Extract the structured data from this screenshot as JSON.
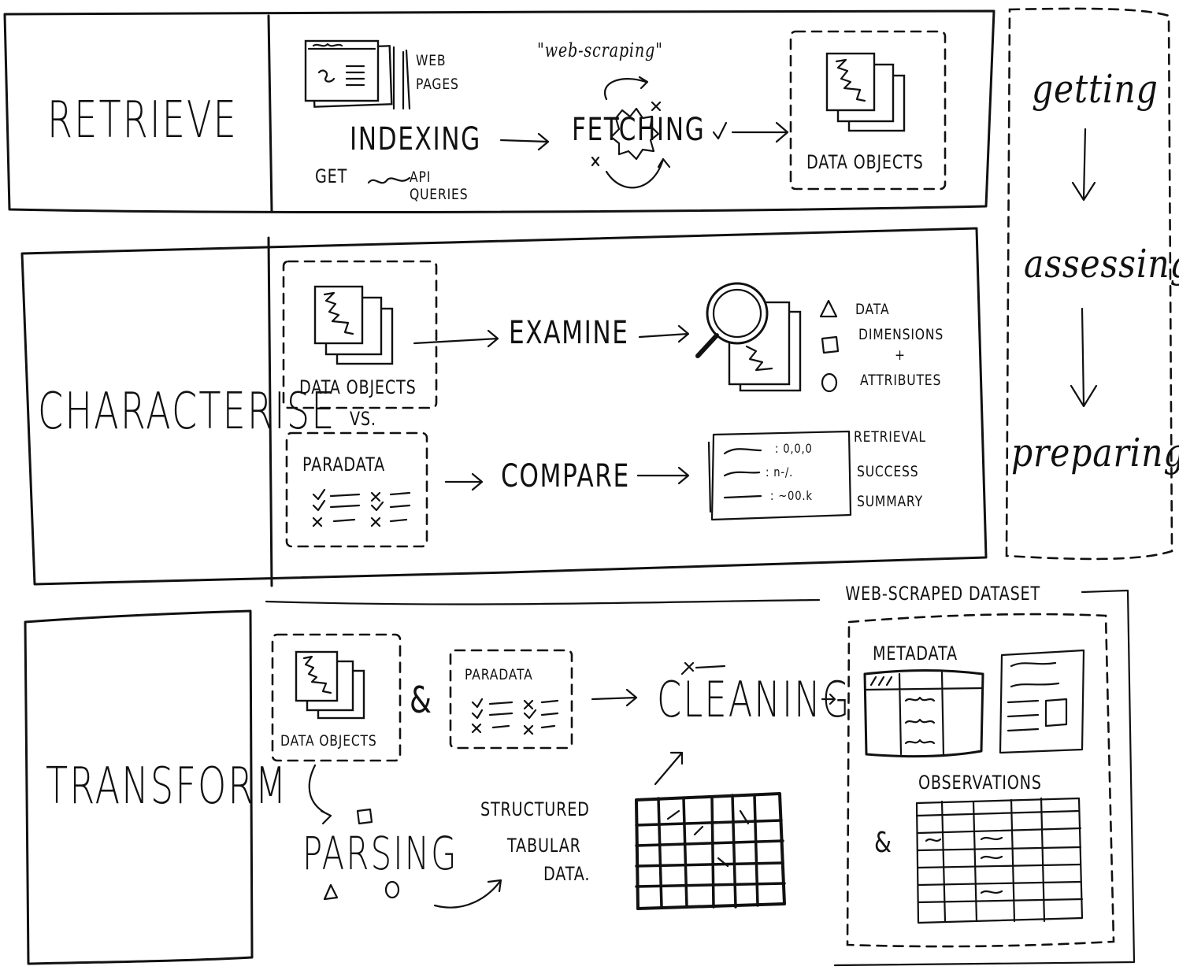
{
  "sections": {
    "retrieve": {
      "title": "RETRIEVE",
      "web_pages": "WEB PAGES",
      "web_scraping": "\"web-scraping\"",
      "indexing": "INDEXING",
      "fetching": "FETCHING",
      "get": "GET",
      "api_queries": "API QUERIES",
      "data_objects": "DATA OBJECTS"
    },
    "characterise": {
      "title": "CHARACTERISE",
      "data_objects": "DATA OBJECTS",
      "vs": "VS.",
      "paradata": "PARADATA",
      "examine": "EXAMINE",
      "compare": "COMPARE",
      "legend": [
        "DATA",
        "DIMENSIONS",
        "+",
        "ATTRIBUTES"
      ],
      "summary": [
        "RETRIEVAL",
        "SUCCESS",
        "SUMMARY"
      ],
      "summary_values": [
        ": 0,0,0",
        ": n-/.",
        ": ~00.k"
      ]
    },
    "transform": {
      "title": "TRANSFORM",
      "data_objects": "DATA OBJECTS",
      "ampersand": "&",
      "paradata": "PARADATA",
      "parsing": "PARSING",
      "structured": [
        "STRUCTURED",
        "TABULAR",
        "DATA."
      ],
      "cleaning": "CLEANING",
      "dataset": "WEB-SCRAPED DATASET",
      "metadata": "METADATA",
      "observations": "OBSERVATIONS",
      "obs_ampersand": "&"
    }
  },
  "sidebar": {
    "steps": [
      "getting",
      "assessing",
      "preparing"
    ]
  }
}
